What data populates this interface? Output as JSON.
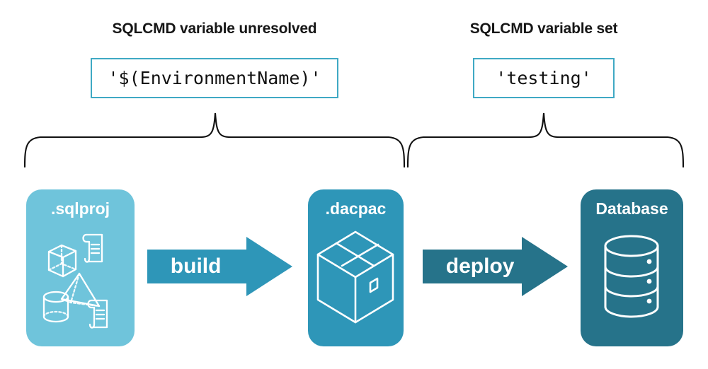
{
  "diagram": {
    "title_semantic": "sqlcmd-variable-build-deploy-flow",
    "background": "#FFFFFF",
    "colors": {
      "light_blue": "#6FC4DB",
      "mid_teal": "#2E96B8",
      "dark_teal": "#26738A",
      "box_border": "#3FA9C4",
      "text_dark": "#161616",
      "text_light": "#FFFFFF"
    }
  },
  "annotations": [
    {
      "id": "left",
      "heading": "SQLCMD variable unresolved",
      "value": "'$(EnvironmentName)'"
    },
    {
      "id": "right",
      "heading": "SQLCMD variable set",
      "value": "'testing'"
    }
  ],
  "braces": [
    {
      "id": "brace-left",
      "spans": "sqlproj-to-dacpac",
      "apex_label_ref": "left"
    },
    {
      "id": "brace-right",
      "spans": "dacpac-to-database",
      "apex_label_ref": "right"
    }
  ],
  "cards": [
    {
      "id": "sqlproj",
      "label": ".sqlproj",
      "fill": "#6FC4DB",
      "icon": "sql-project-objects-icon",
      "icon_parts": [
        "cube",
        "pyramid",
        "cylinder",
        "scroll",
        "scroll"
      ]
    },
    {
      "id": "dacpac",
      "label": ".dacpac",
      "fill": "#2E96B8",
      "icon": "package-box-icon",
      "icon_parts": [
        "box"
      ]
    },
    {
      "id": "database",
      "label": "Database",
      "fill": "#26738A",
      "icon": "database-cylinder-icon",
      "icon_parts": [
        "cylinder-stack"
      ]
    }
  ],
  "arrows": [
    {
      "id": "build",
      "label": "build",
      "fill": "#2E96B8",
      "from": "sqlproj",
      "to": "dacpac"
    },
    {
      "id": "deploy",
      "label": "deploy",
      "fill": "#26738A",
      "from": "dacpac",
      "to": "database"
    }
  ]
}
